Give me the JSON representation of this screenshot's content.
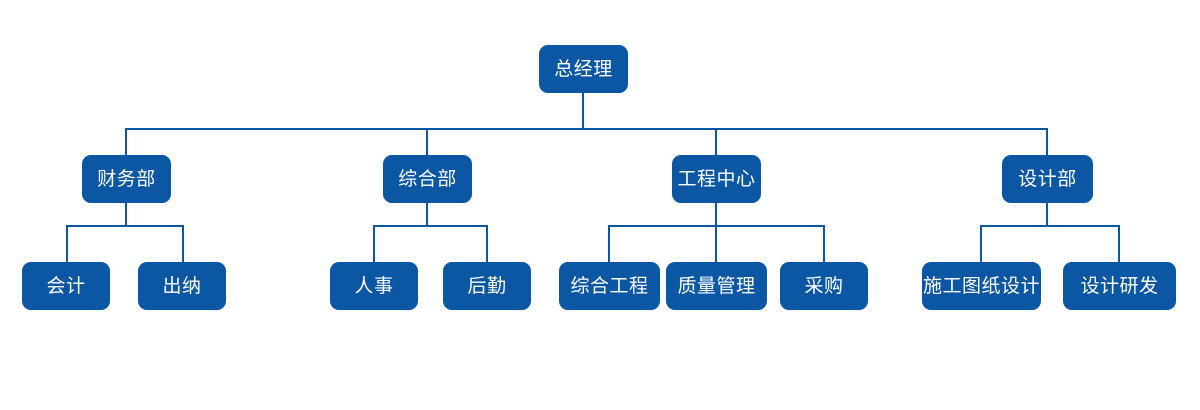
{
  "diagram": {
    "type": "organization-chart",
    "title": "",
    "orientation": "top-down",
    "colors": {
      "node_fill": "#0B57A4",
      "node_text": "#FFFFFF",
      "connector": "#0B57A4",
      "background": "#FFFFFF"
    },
    "levels": [
      {
        "level": 1,
        "nodes": [
          {
            "id": "gm",
            "label": "总经理"
          }
        ]
      },
      {
        "level": 2,
        "nodes": [
          {
            "id": "finance",
            "label": "财务部"
          },
          {
            "id": "general",
            "label": "综合部"
          },
          {
            "id": "engineering",
            "label": "工程中心"
          },
          {
            "id": "design",
            "label": "设计部"
          }
        ]
      },
      {
        "level": 3,
        "nodes": [
          {
            "id": "accounting",
            "label": "会计",
            "parent": "finance"
          },
          {
            "id": "cashier",
            "label": "出纳",
            "parent": "finance"
          },
          {
            "id": "hr",
            "label": "人事",
            "parent": "general"
          },
          {
            "id": "logistics",
            "label": "后勤",
            "parent": "general"
          },
          {
            "id": "gen-eng",
            "label": "综合工程",
            "parent": "engineering"
          },
          {
            "id": "quality",
            "label": "质量管理",
            "parent": "engineering"
          },
          {
            "id": "procurement",
            "label": "采购",
            "parent": "engineering"
          },
          {
            "id": "drawing-design",
            "label": "施工图纸设计",
            "parent": "design"
          },
          {
            "id": "design-rd",
            "label": "设计研发",
            "parent": "design"
          }
        ]
      }
    ],
    "nodes": {
      "gm": "总经理",
      "finance": "财务部",
      "general": "综合部",
      "engineering": "工程中心",
      "design": "设计部",
      "accounting": "会计",
      "cashier": "出纳",
      "hr": "人事",
      "logistics": "后勤",
      "gen_eng": "综合工程",
      "quality": "质量管理",
      "procurement": "采购",
      "drawing_design": "施工图纸设计",
      "design_rd": "设计研发"
    }
  }
}
